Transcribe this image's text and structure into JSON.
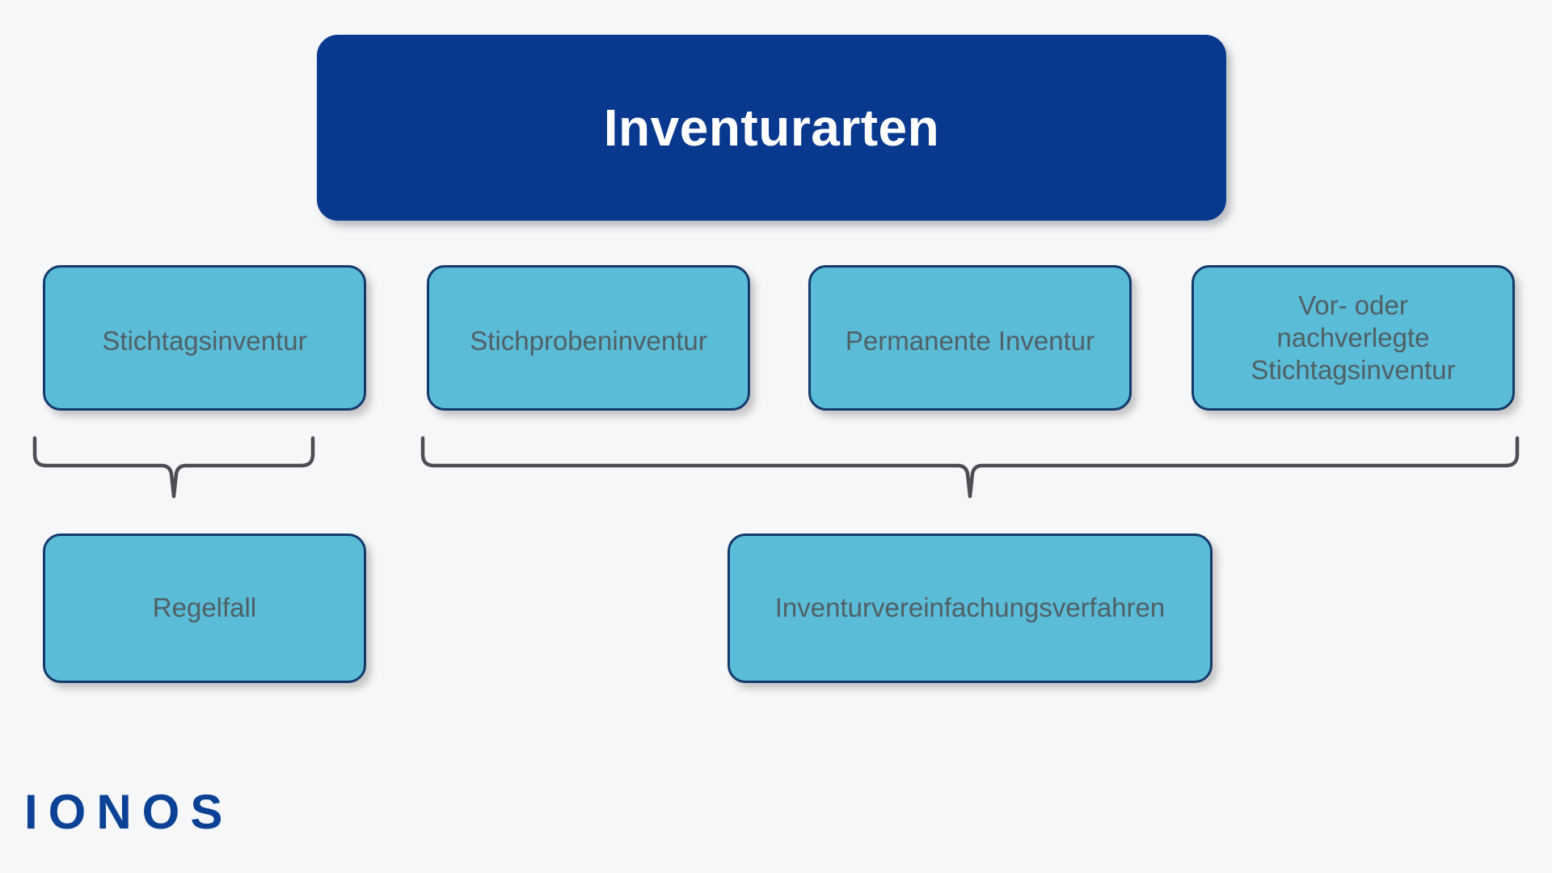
{
  "diagram": {
    "title": "Inventurarten",
    "background_color": "#f5f7f8",
    "title_box": {
      "label": "Inventurarten",
      "fill": "#09398e",
      "text_color": "#ffffff"
    },
    "node_style": {
      "fill": "#5bbcd7",
      "border_color": "#143a6b",
      "text_color": "#4f6066"
    },
    "bracket_color": "#4d4d55",
    "categories": [
      {
        "id": "stichtagsinventur",
        "label": "Stichtagsinventur"
      },
      {
        "id": "stichprobeninventur",
        "label": "Stichprobeninventur"
      },
      {
        "id": "permanente-inventur",
        "label": "Permanente Inventur"
      },
      {
        "id": "vor-oder-nachverlegte-stichtagsinventur",
        "label": "Vor- oder nachverlegte Stichtagsinventur",
        "line1": "Vor- oder",
        "line2": "nachverlegte",
        "line3": "Stichtagsinventur"
      }
    ],
    "results": [
      {
        "id": "regelfall",
        "label": "Regelfall",
        "groups": [
          "stichtagsinventur"
        ]
      },
      {
        "id": "inventurvereinfachungsverfahren",
        "label": "Inventurvereinfachungsverfahren",
        "groups": [
          "stichprobeninventur",
          "permanente-inventur",
          "vor-oder-nachverlegte-stichtagsinventur"
        ]
      }
    ],
    "brand": {
      "name": "IONOS",
      "color": "#0b4296"
    }
  }
}
